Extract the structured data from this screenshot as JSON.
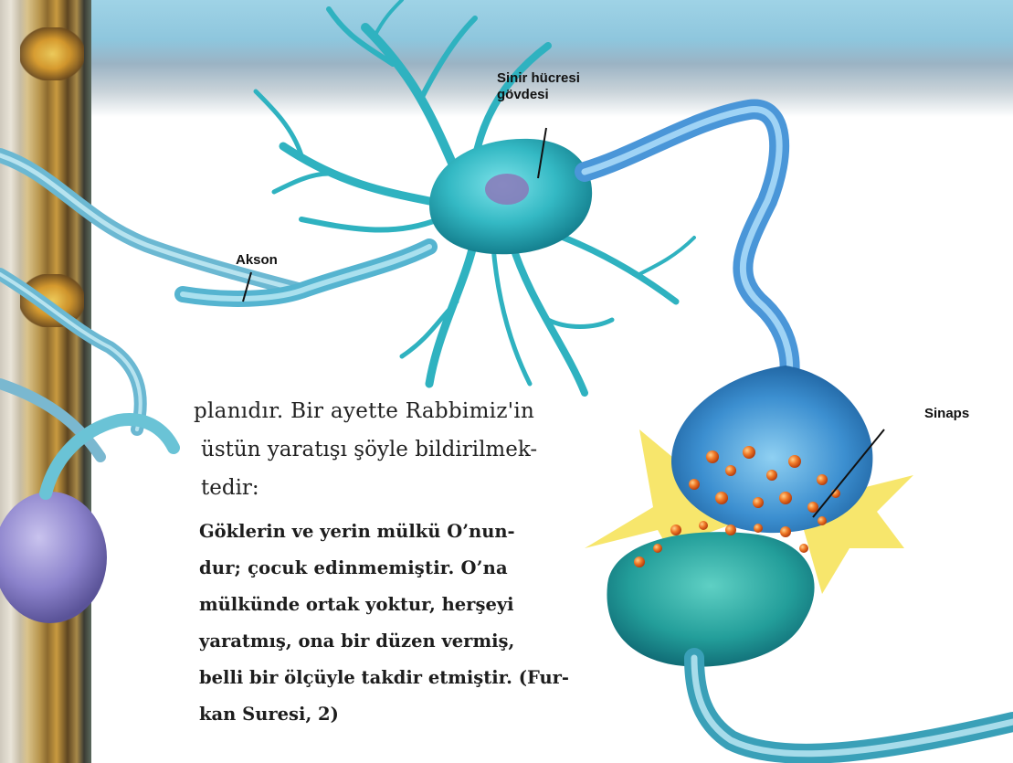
{
  "labels": {
    "cell_body": [
      "Sinir hücresi",
      "gövdesi"
    ],
    "axon": "Akson",
    "synapse": "Sinaps"
  },
  "intro_lines": [
    "planıdır. Bir ayette Rabbimiz'in",
    "üstün yaratışı şöyle bildirilmek-",
    "tedir:"
  ],
  "verse_lines": [
    "Göklerin ve yerin mülkü O’nun-",
    "dur; çocuk edinmemiştir. O’na",
    "mülkünde ortak yoktur, herşeyi",
    "yaratmış, ona bir düzen vermiş,",
    "belli bir ölçüyle takdir etmiştir. (Fur-",
    "kan Suresi, 2)"
  ],
  "colors": {
    "neuron": "#34b9c4",
    "neuron_dark": "#1d8f9e",
    "axon_sheath": "#7fc7de",
    "vesicle": "#e8641e",
    "spark": "#f6e35c"
  }
}
